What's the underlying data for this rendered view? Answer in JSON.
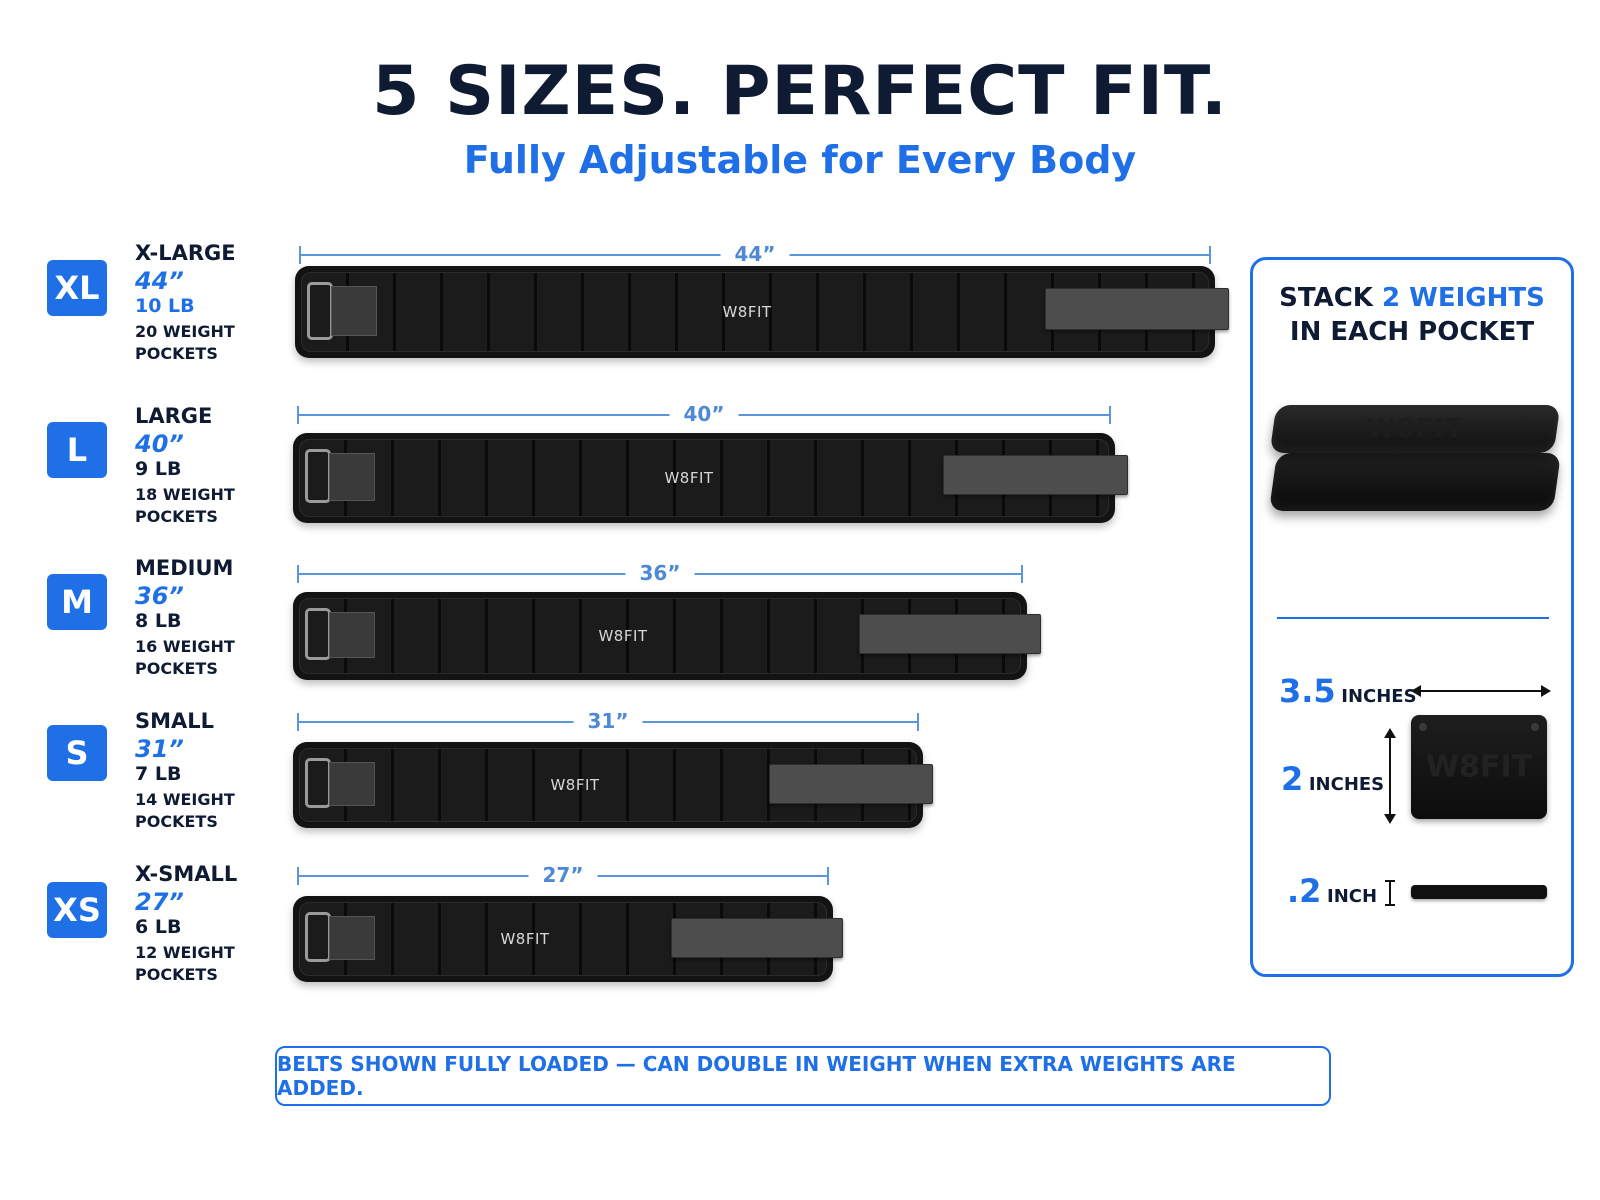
{
  "header": {
    "title": "5 SIZES. PERFECT FIT.",
    "subtitle": "Fully Adjustable for Every Body"
  },
  "sizes": [
    {
      "code": "XL",
      "name": "X-LARGE",
      "length": "44”",
      "weight": "10 LB",
      "pockets_line1": "20 WEIGHT",
      "pockets_line2": "POCKETS",
      "dimension_label": "44”",
      "brand": "W8FIT",
      "length_in": 44,
      "pockets": 20
    },
    {
      "code": "L",
      "name": "LARGE",
      "length": "40”",
      "weight": "9 LB",
      "pockets_line1": "18 WEIGHT",
      "pockets_line2": "POCKETS",
      "dimension_label": "40”",
      "brand": "W8FIT",
      "length_in": 40,
      "pockets": 18
    },
    {
      "code": "M",
      "name": "MEDIUM",
      "length": "36”",
      "weight": "8 LB",
      "pockets_line1": "16 WEIGHT",
      "pockets_line2": "POCKETS",
      "dimension_label": "36”",
      "brand": "W8FIT",
      "length_in": 36,
      "pockets": 16
    },
    {
      "code": "S",
      "name": "SMALL",
      "length": "31”",
      "weight": "7 LB",
      "pockets_line1": "14 WEIGHT",
      "pockets_line2": "POCKETS",
      "dimension_label": "31”",
      "brand": "W8FIT",
      "length_in": 31,
      "pockets": 14
    },
    {
      "code": "XS",
      "name": "X-SMALL",
      "length": "27”",
      "weight": "6 LB",
      "pockets_line1": "12 WEIGHT",
      "pockets_line2": "POCKETS",
      "dimension_label": "27”",
      "brand": "W8FIT",
      "length_in": 27,
      "pockets": 12
    }
  ],
  "panel": {
    "title_part1": "STACK ",
    "title_highlight": "2 WEIGHTS",
    "title_line2": "IN EACH POCKET",
    "plate_logo": "W8FIT",
    "width_value": "3.5",
    "width_unit": "INCHES",
    "height_value": "2",
    "height_unit": "INCHES",
    "thickness_value": ".2",
    "thickness_unit": "INCH"
  },
  "footer": {
    "note": "BELTS SHOWN FULLY LOADED — CAN DOUBLE IN WEIGHT WHEN EXTRA WEIGHTS ARE ADDED."
  },
  "colors": {
    "accent": "#1f6fe6",
    "heading": "#0f1a33",
    "belt": "#131313",
    "strap": "#4d4d4d"
  },
  "icons": [
    "d-ring-icon",
    "velcro-strap-icon",
    "width-arrow-icon",
    "height-arrow-icon",
    "thickness-icon"
  ]
}
